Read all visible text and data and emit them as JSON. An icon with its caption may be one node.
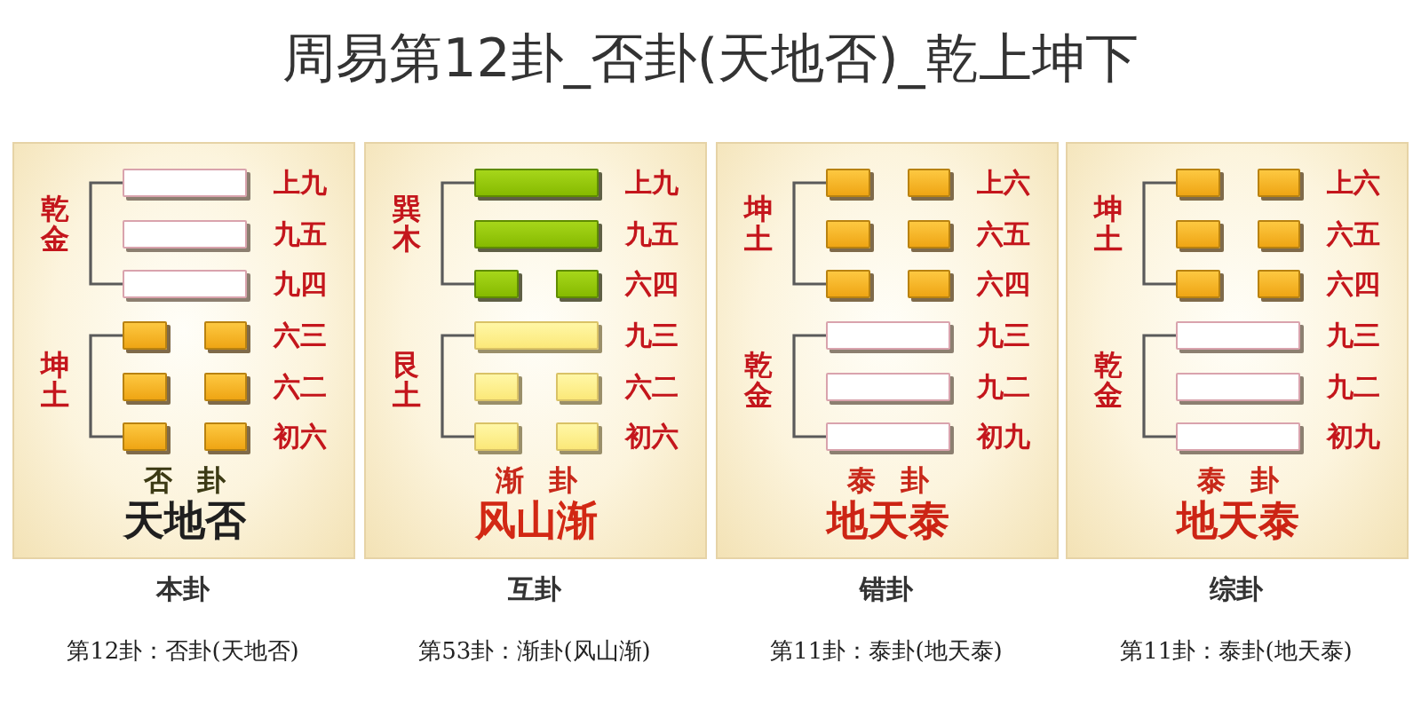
{
  "diagram": {
    "title": "周易第12卦_否卦(天地否)_乾上坤下",
    "nodes": [
      {
        "text": [
          "乾金",
          "上九",
          "九五",
          "九四",
          "坤土",
          "六三",
          "六二",
          "初六",
          "否 卦",
          "天地否"
        ],
        "beside": [
          "本卦",
          "第12卦：否卦(天地否)"
        ]
      },
      {
        "text": [],
        "shape": "bar",
        "in": 0
      },
      {
        "text": [],
        "shape": "bar",
        "in": 0
      },
      {
        "text": [],
        "shape": "bar",
        "in": 0
      },
      {
        "text": [],
        "shape": "bar",
        "in": 0
      },
      {
        "text": [],
        "shape": "bar",
        "in": 0
      },
      {
        "text": [],
        "shape": "bar",
        "in": 0
      },
      {
        "text": [],
        "shape": "bar",
        "in": 0
      },
      {
        "text": [],
        "shape": "bar",
        "in": 0
      },
      {
        "text": [],
        "shape": "bar",
        "in": 0
      },
      {
        "text": [
          "巽木",
          "上九",
          "九五",
          "六四",
          "艮土",
          "九三",
          "六二",
          "初六",
          "渐 卦",
          "风山渐"
        ],
        "beside": [
          "互卦",
          "第53卦：渐卦(风山渐)"
        ]
      },
      {
        "text": [],
        "shape": "bar",
        "in": 10
      },
      {
        "text": [],
        "shape": "bar",
        "in": 10
      },
      {
        "text": [],
        "shape": "bar",
        "in": 10
      },
      {
        "text": [],
        "shape": "bar",
        "in": 10
      },
      {
        "text": [],
        "shape": "bar",
        "in": 10
      },
      {
        "text": [],
        "shape": "bar",
        "in": 10
      },
      {
        "text": [],
        "shape": "bar",
        "in": 10
      },
      {
        "text": [],
        "shape": "bar",
        "in": 10
      },
      {
        "text": [],
        "shape": "bar",
        "in": 10
      },
      {
        "text": [
          "坤土",
          "上六",
          "六五",
          "六四",
          "乾金",
          "九三",
          "九二",
          "初九",
          "泰 卦",
          "地天泰"
        ],
        "beside": [
          "错卦",
          "第11卦：泰卦(地天泰)"
        ]
      },
      {
        "text": [],
        "shape": "bar",
        "in": 20
      },
      {
        "text": [],
        "shape": "bar",
        "in": 20
      },
      {
        "text": [],
        "shape": "bar",
        "in": 20
      },
      {
        "text": [],
        "shape": "bar",
        "in": 20
      },
      {
        "text": [],
        "shape": "bar",
        "in": 20
      },
      {
        "text": [],
        "shape": "bar",
        "in": 20
      },
      {
        "text": [],
        "shape": "bar",
        "in": 20
      },
      {
        "text": [],
        "shape": "bar",
        "in": 20
      },
      {
        "text": [],
        "shape": "bar",
        "in": 20
      },
      {
        "text": [
          "坤土",
          "上六",
          "六五",
          "六四",
          "乾金",
          "九三",
          "九二",
          "初九",
          "泰 卦",
          "地天泰"
        ],
        "beside": [
          "综卦",
          "第11卦：泰卦(地天泰)"
        ]
      },
      {
        "text": [],
        "shape": "bar",
        "in": 30
      },
      {
        "text": [],
        "shape": "bar",
        "in": 30
      },
      {
        "text": [],
        "shape": "bar",
        "in": 30
      },
      {
        "text": [],
        "shape": "bar",
        "in": 30
      },
      {
        "text": [],
        "shape": "bar",
        "in": 30
      },
      {
        "text": [],
        "shape": "bar",
        "in": 30
      },
      {
        "text": [],
        "shape": "bar",
        "in": 30
      },
      {
        "text": [],
        "shape": "bar",
        "in": 30
      },
      {
        "text": [],
        "shape": "bar",
        "in": 30
      }
    ]
  }
}
